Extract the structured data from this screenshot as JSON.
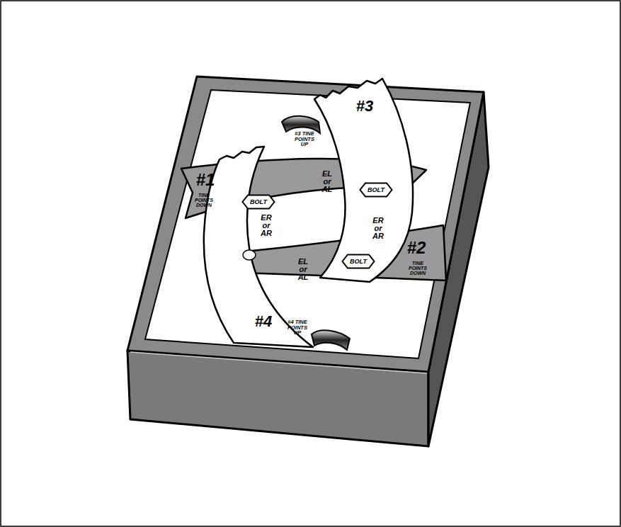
{
  "diagram": {
    "nodes": [
      {
        "text": [
          "BOLT"
        ]
      },
      {
        "text": [
          "BOLT"
        ]
      },
      {
        "text": [
          "BOLT"
        ]
      }
    ],
    "labels": [
      "#3 TINE POINTS UP",
      "#3",
      "#1",
      "TINE POINTS DOWN",
      "EL or AL",
      "ER or AR",
      "ER or AR",
      "#2",
      "TINE POINTS DOWN",
      "EL or AL",
      "#4 TINE POINTS UP",
      "#4"
    ]
  }
}
